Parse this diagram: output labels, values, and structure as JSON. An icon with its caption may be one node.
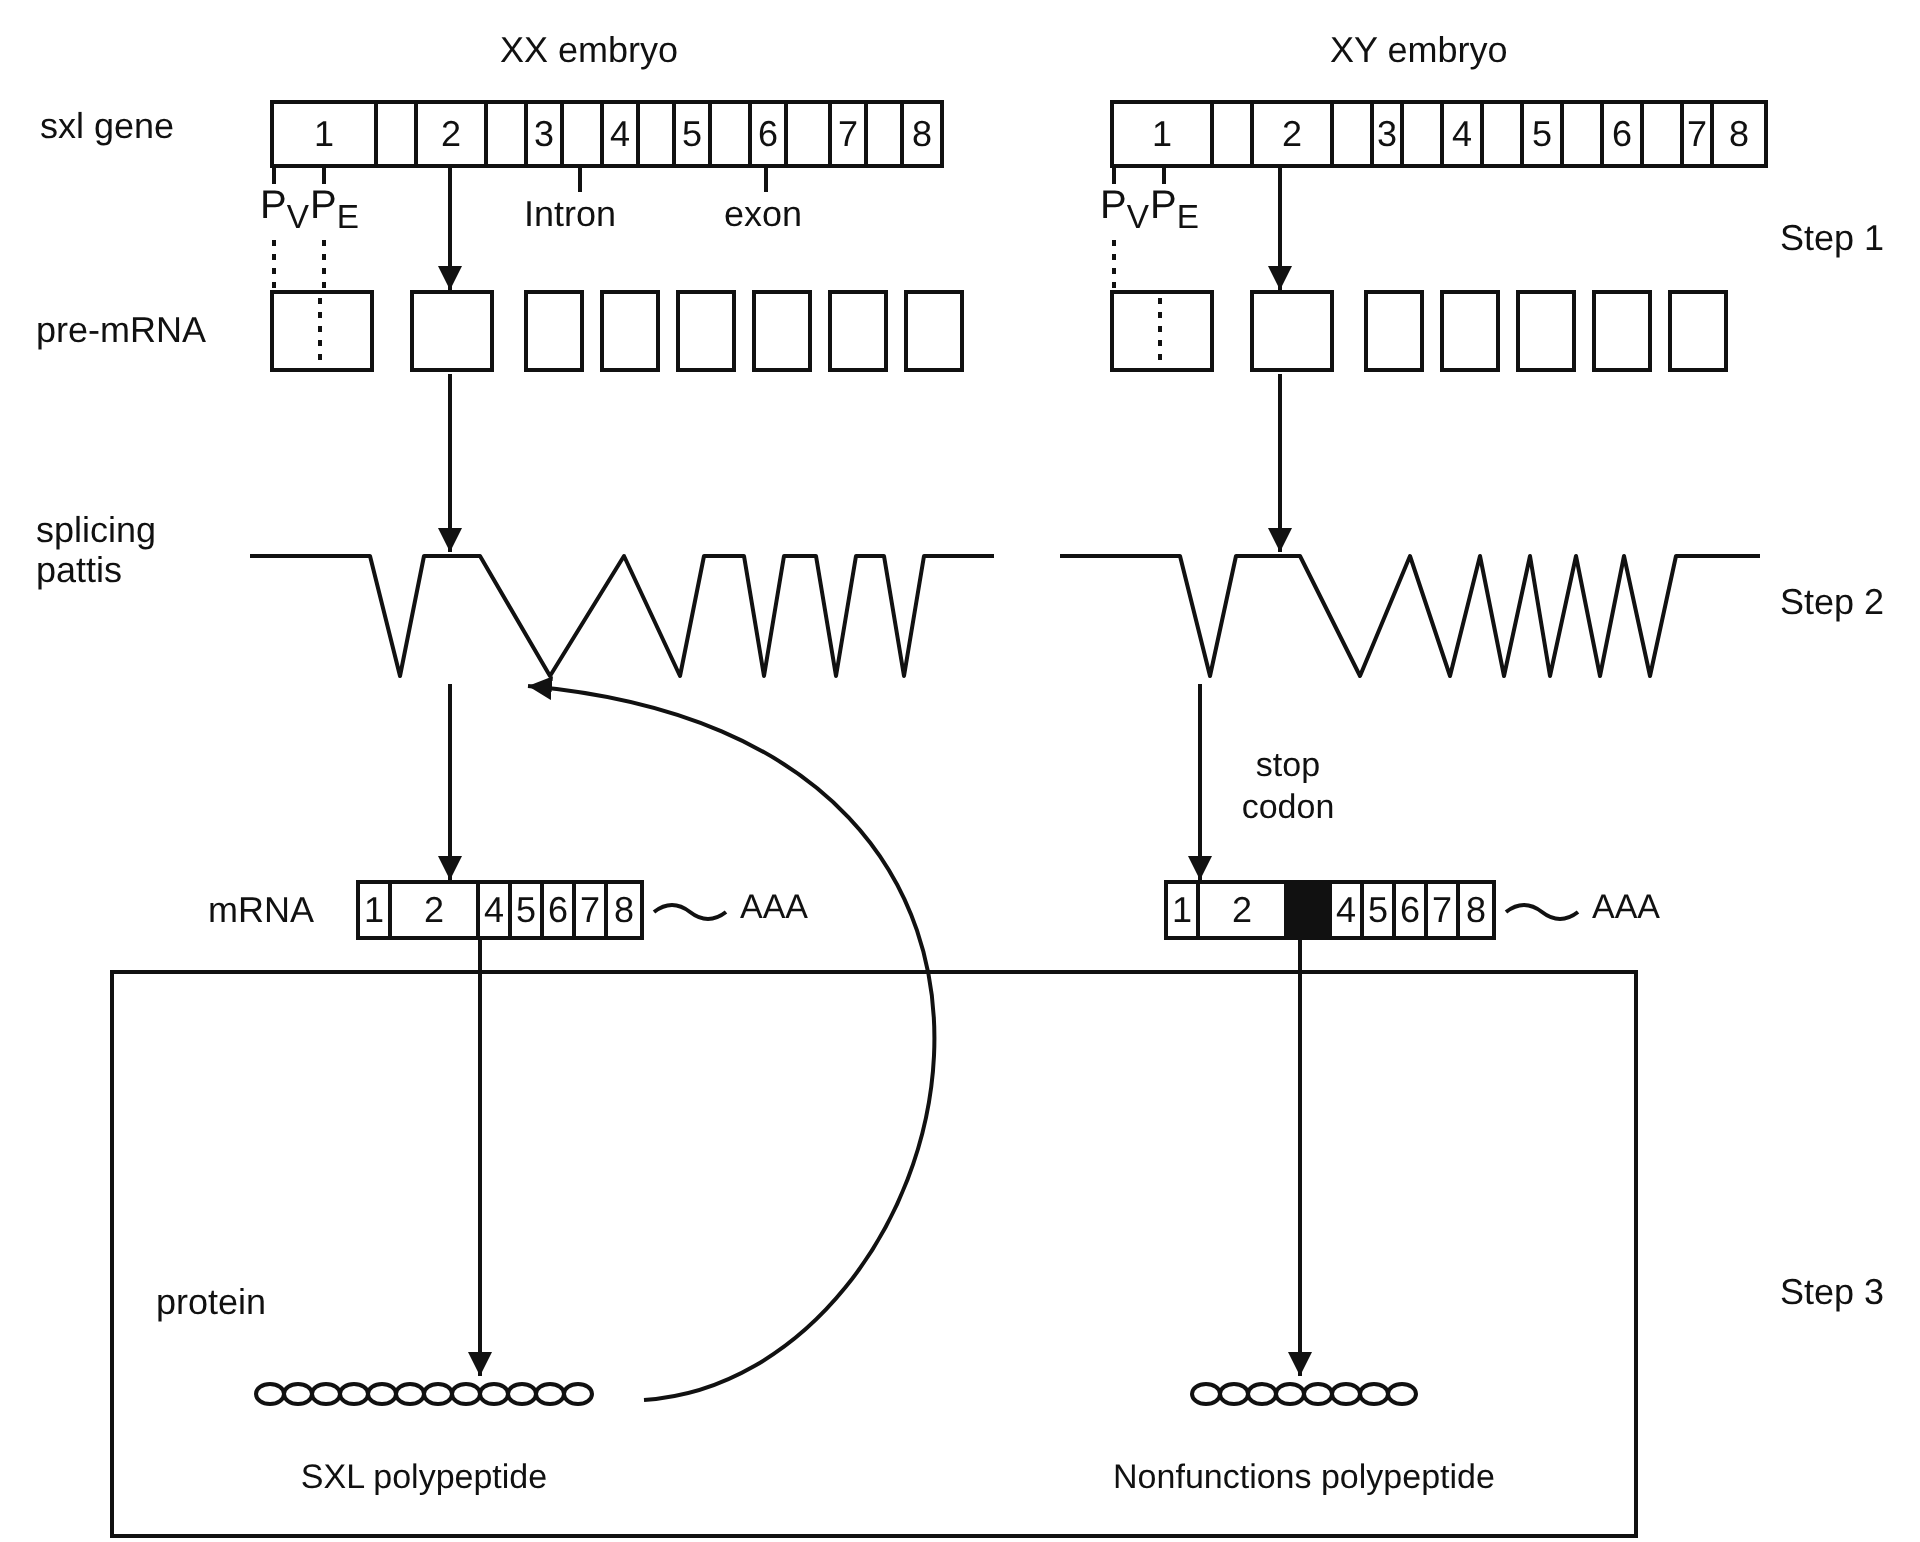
{
  "diagram": {
    "nodes": [
      {
        "text": [
          "1",
          "2",
          "3",
          "4",
          "5",
          "6",
          "7",
          "8"
        ]
      },
      {
        "text": [],
        "shape": "box"
      },
      {
        "text": [],
        "shape": "picture"
      },
      {
        "text": [
          "1",
          "2",
          "4",
          "5",
          "6",
          "7",
          "8"
        ],
        "beside": [
          "AAA"
        ]
      },
      {
        "text": [],
        "shape": "box"
      },
      {
        "text": [],
        "shape": "picture",
        "beside": [
          "SXL polypeptide"
        ],
        "in": 4
      },
      {
        "text": [
          "1",
          "2",
          "3",
          "4",
          "5",
          "6",
          "7",
          "8"
        ]
      },
      {
        "text": [],
        "shape": "box"
      },
      {
        "text": [],
        "shape": "picture"
      },
      {
        "text": [
          "1",
          "2",
          "4",
          "5",
          "6",
          "7",
          "8"
        ],
        "beside": [
          "AAA"
        ]
      },
      {
        "text": [],
        "shape": "picture",
        "beside": [
          "Nonfunctions polypeptide"
        ],
        "in": 4
      },
      {
        "text": [
          "P$_{V}$"
        ]
      },
      {
        "text": [
          "P$_{E}$"
        ]
      },
      {
        "text": [
          "Intron"
        ]
      },
      {
        "text": [
          "exon"
        ]
      },
      {
        "text": [
          "P$_{V}$"
        ]
      },
      {
        "text": [
          "P$_{E}$"
        ]
      }
    ],
    "edges": [
      {
        "from": 0,
        "to": 1,
        "arrow": "to"
      },
      {
        "from": 1,
        "to": 2,
        "arrow": "to"
      },
      {
        "from": 2,
        "to": 3,
        "arrow": "to"
      },
      {
        "from": 3,
        "to": 5,
        "arrow": "to"
      },
      {
        "from": 5,
        "to": 2,
        "arrow": "to"
      },
      {
        "from": 6,
        "to": 7,
        "arrow": "to"
      },
      {
        "from": 7,
        "to": 8,
        "arrow": "to"
      },
      {
        "from": 8,
        "to": 9,
        "arrow": "to",
        "label": "stop codon"
      },
      {
        "from": 9,
        "to": 10,
        "arrow": "to"
      },
      {
        "from": 11,
        "to": 0,
        "arrow": "none"
      },
      {
        "from": 12,
        "to": 0,
        "arrow": "none"
      },
      {
        "from": 11,
        "to": 1,
        "arrow": "none",
        "style": "dashed"
      },
      {
        "from": 12,
        "to": 1,
        "arrow": "none",
        "style": "dashed"
      },
      {
        "from": 13,
        "to": 0,
        "arrow": "none"
      },
      {
        "from": 14,
        "to": 0,
        "arrow": "none"
      },
      {
        "from": 15,
        "to": 6,
        "arrow": "none"
      },
      {
        "from": 16,
        "to": 6,
        "arrow": "none"
      },
      {
        "from": 15,
        "to": 7,
        "arrow": "none",
        "style": "dashed"
      }
    ],
    "labels": [
      "XX embryo",
      "XY embryo",
      "sxl gene",
      "Step 1",
      "pre-mRNA",
      "splicing pattis",
      "Step 2",
      "mRNA",
      "protein",
      "Step 3"
    ]
  }
}
